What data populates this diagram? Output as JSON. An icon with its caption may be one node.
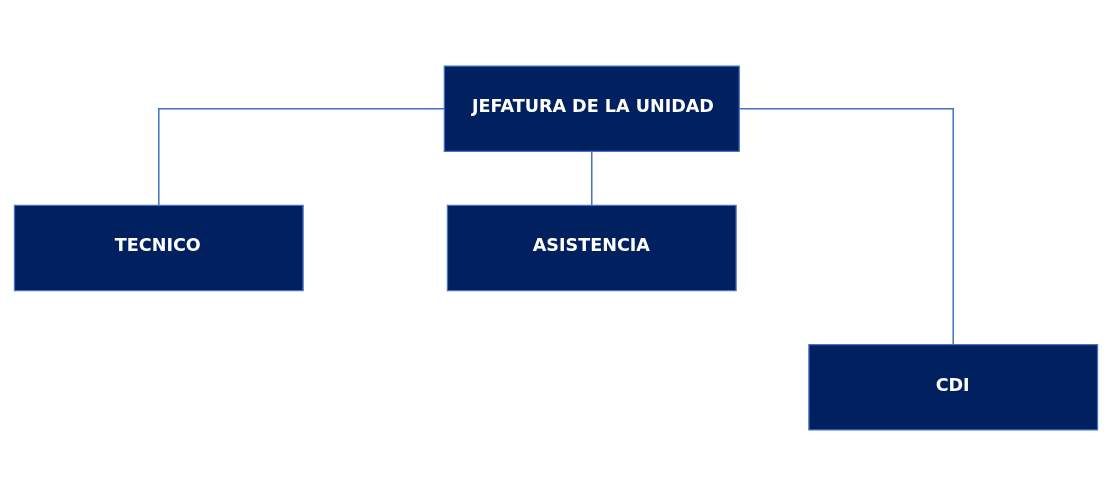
{
  "diagram": {
    "nodes": [
      {
        "text": [
          "JEFATURA DE LA UNIDAD"
        ]
      },
      {
        "text": [
          "TECNICO"
        ]
      },
      {
        "text": [
          "ASISTENCIA"
        ]
      },
      {
        "text": [
          "CDI"
        ]
      }
    ],
    "edges": [
      {
        "from": 0,
        "to": 1,
        "arrow": "none"
      },
      {
        "from": 0,
        "to": 2,
        "arrow": "none"
      },
      {
        "from": 0,
        "to": 3,
        "arrow": "none"
      }
    ]
  }
}
